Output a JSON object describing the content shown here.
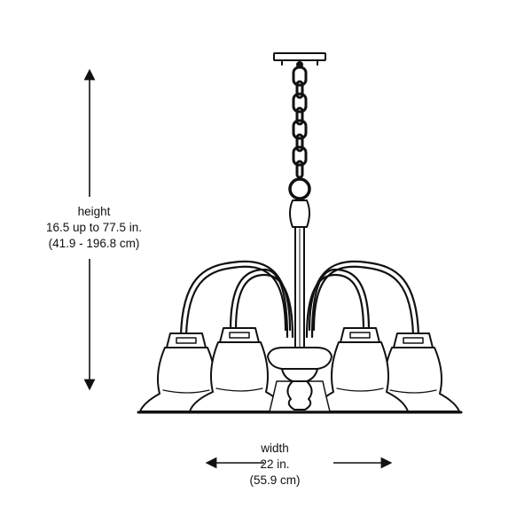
{
  "dimensions": {
    "height": {
      "label": "height",
      "value_in": "16.5 up to 77.5 in.",
      "value_cm": "(41.9 - 196.8 cm)"
    },
    "width": {
      "label": "width",
      "value_in": "22 in.",
      "value_cm": "(55.9 cm)"
    }
  },
  "colors": {
    "line": "#111111",
    "background": "#ffffff"
  }
}
